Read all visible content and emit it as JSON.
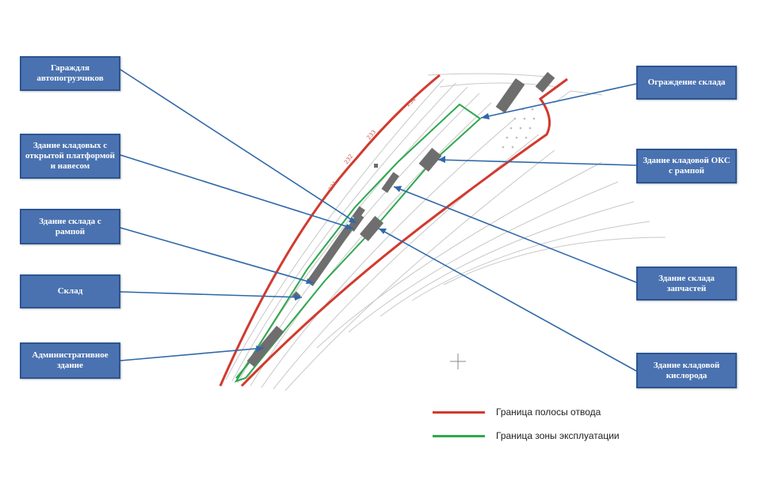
{
  "labels": {
    "garage": "Гараждля автопогрузчиков",
    "pantry_building": "Здание кладовых с открытой платформой и навесом",
    "warehouse_ramp": "Здание склада с рампой",
    "warehouse": "Склад",
    "admin_building": "Административное здание",
    "fence": "Ограждение склада",
    "oks_pantry": "Здание кладовой ОКС с рампой",
    "spare_parts": "Здание склада запчастей",
    "oxygen_pantry": "Здание кладовой кислорода"
  },
  "legend": {
    "row_boundary": "Граница полосы отвода",
    "operation_zone": "Граница зоны эксплуатации"
  },
  "colors": {
    "row_boundary": "#d23a2e",
    "operation_zone": "#2fa84f",
    "box_fill": "#4a72b0",
    "leader_line": "#2f68a8",
    "building": "#6e6e6e"
  },
  "track_kms": [
    "231",
    "232",
    "233",
    "234"
  ]
}
